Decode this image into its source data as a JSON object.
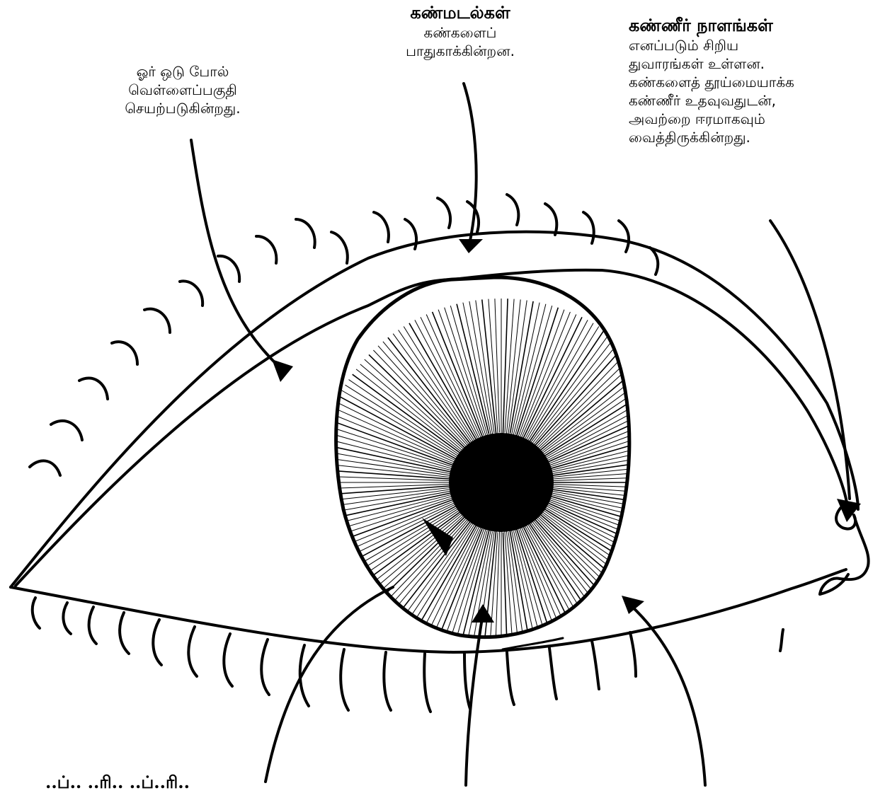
{
  "labels": {
    "eyelids": {
      "heading": "கண்மடல்கள்",
      "lines": [
        "கண்களைப்",
        "பாதுகாக்கின்றன."
      ]
    },
    "white": {
      "lines": [
        "ஓர் ஒடு போல்",
        "வெள்ளைப்பகுதி",
        "செயற்படுகின்றது."
      ]
    },
    "tear_ducts": {
      "heading": "கண்ணீர் நாளங்கள்",
      "lines": [
        "எனப்படும் சிறிய",
        "துவாரங்கள் உள்ளன.",
        "கண்களைத் தூய்மையாக்க",
        "கண்ணீர் உதவுவதுடன்,",
        "அவற்றை ஈரமாகவும்",
        "வைத்திருக்கின்றது."
      ]
    },
    "bottom_partial": {
      "text": "..ப்.. ..ரி.. ..ப்..ரி.."
    }
  },
  "colors": {
    "ink": "#000000",
    "background": "#ffffff"
  }
}
